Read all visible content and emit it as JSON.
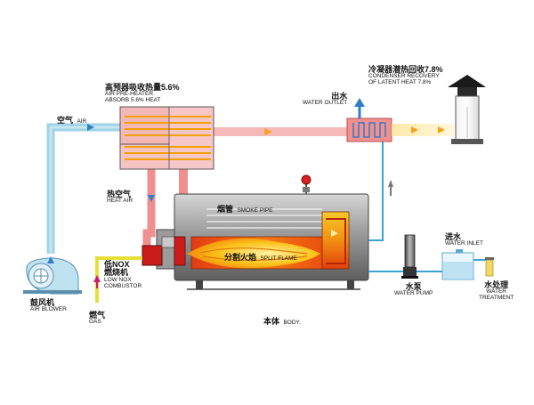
{
  "labels": {
    "air": {
      "zh": "空气",
      "en": "AIR"
    },
    "preheater": {
      "zh": "高预器吸收热量5.6%",
      "en1": "AIR PRE-HEATER",
      "en2": "ABSORB 5.6% HEAT"
    },
    "hot_air": {
      "zh": "热空气",
      "en": "HEAT AIR"
    },
    "smoke_pipe": {
      "zh": "烟管",
      "en": "SMOKE PIPE"
    },
    "split_flame": {
      "zh": "分割火焰",
      "en": "SPLIT FLAME"
    },
    "combustor": {
      "zh1": "低NOX",
      "zh2": "燃烧机",
      "en1": "LOW NOX",
      "en2": "COMBUSTOR"
    },
    "gas": {
      "zh": "燃气",
      "en": "GAS"
    },
    "blower": {
      "zh": "鼓风机",
      "en": "AIR BLOWER"
    },
    "body": {
      "zh": "本体",
      "en": "BODY."
    },
    "water_outlet": {
      "zh": "出水",
      "en": "WATER OUTLET"
    },
    "condenser": {
      "zh": "冷凝器潜热回收7.8%",
      "en1": "CONDENSER RECOVERY",
      "en2": "OF LATENT HEAT 7.8%"
    },
    "water_pump": {
      "zh": "水泵",
      "en": "WATER PUMP"
    },
    "water_inlet": {
      "zh": "进水",
      "en": "WATER INLET"
    },
    "water_treatment": {
      "zh": "水处理",
      "en1": "WATER",
      "en2": "TREATMENT"
    }
  },
  "colors": {
    "cold_air": "#9fd3e6",
    "hot_flue": "#f08f8f",
    "flue_light": "#f7c6c6",
    "water_line": "#3aa3d6",
    "gas_line": "#e6df3a",
    "boiler_body": "#8a8a8a",
    "flame": "#f7b500",
    "arrow_blue": "#2e7fc6"
  }
}
